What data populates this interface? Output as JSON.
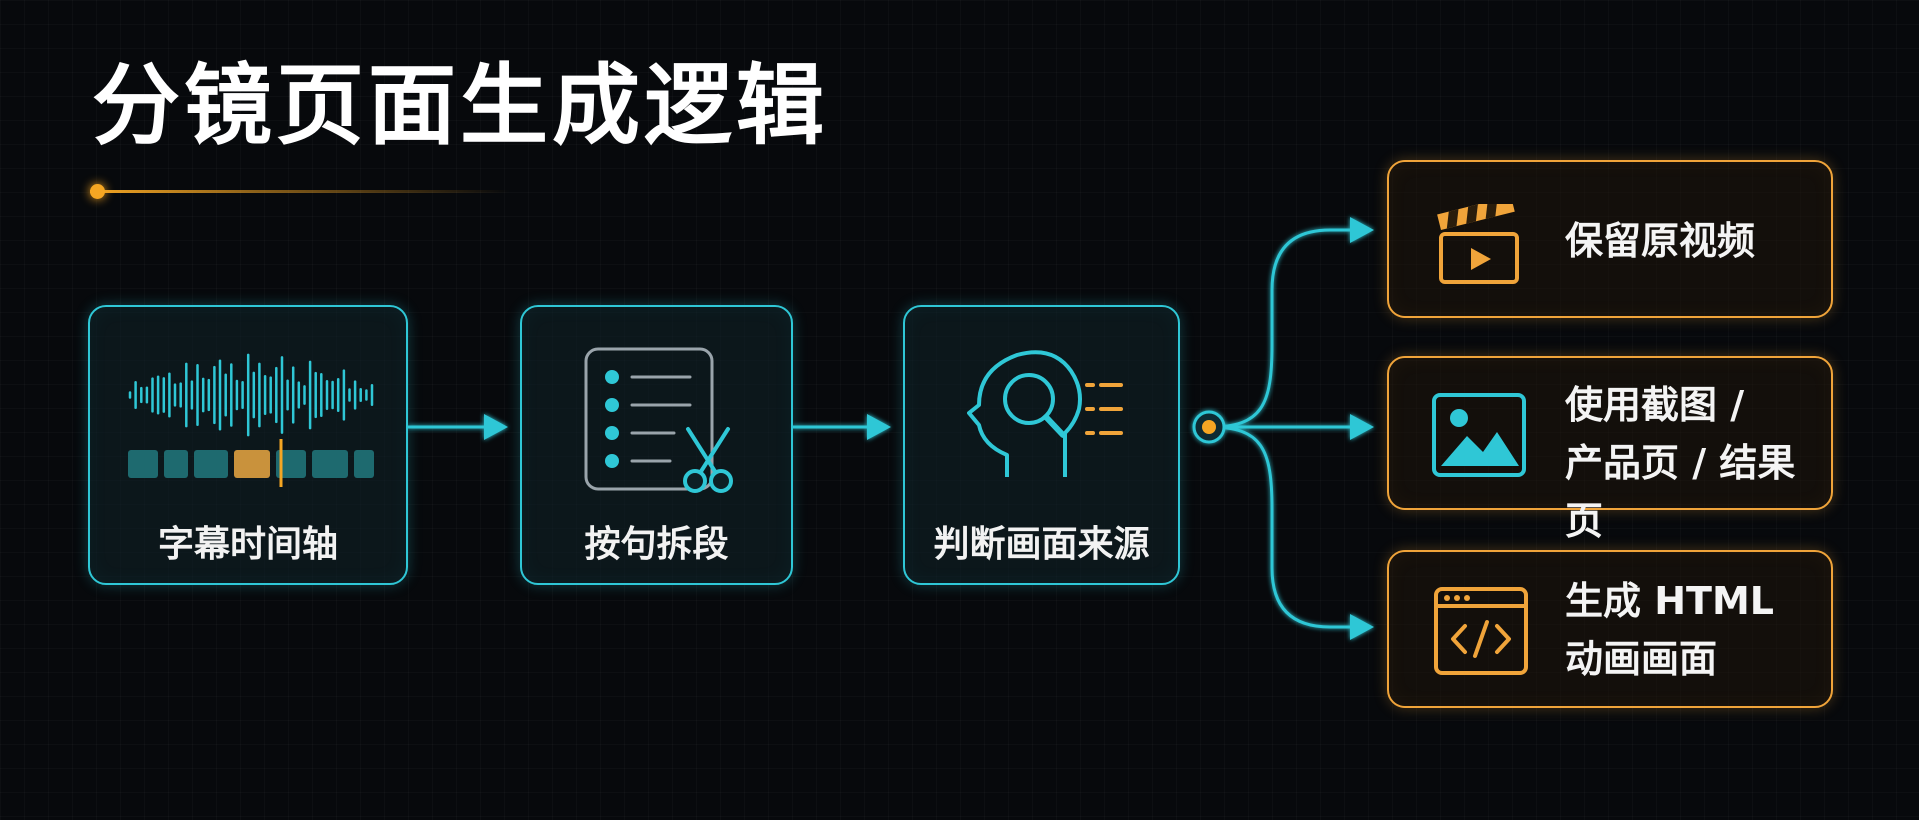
{
  "title": "分镜页面生成逻辑",
  "colors": {
    "accent_cyan": "#2fc7d6",
    "accent_orange": "#f0a43a",
    "background": "#07090c"
  },
  "steps": [
    {
      "label": "字幕时间轴",
      "icon": "waveform-timeline-icon"
    },
    {
      "label": "按句拆段",
      "icon": "list-scissors-icon"
    },
    {
      "label": "判断画面来源",
      "icon": "head-search-icon"
    }
  ],
  "outputs": [
    {
      "lines": [
        "保留原视频"
      ],
      "icon": "clapperboard-icon"
    },
    {
      "lines": [
        "使用截图 /",
        "产品页 / 结果页"
      ],
      "icon": "image-icon"
    },
    {
      "lines": [
        "生成 HTML",
        "动画画面"
      ],
      "icon": "code-window-icon"
    }
  ]
}
